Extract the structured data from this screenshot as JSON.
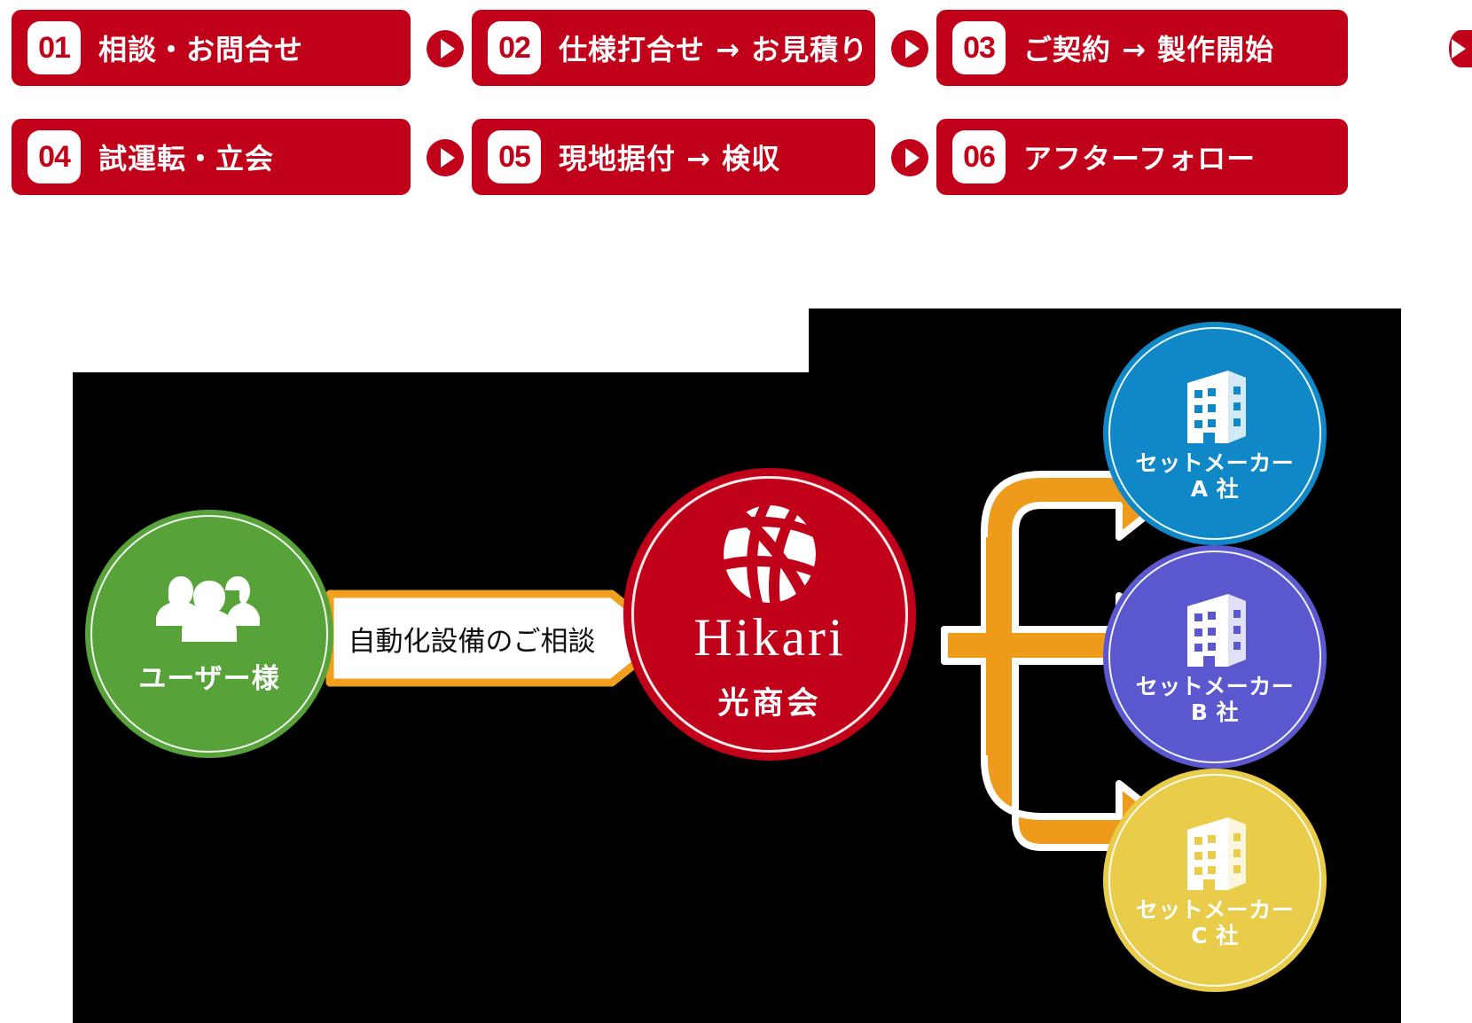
{
  "steps": {
    "items": [
      {
        "num": "01",
        "label": "相談・お問合せ"
      },
      {
        "num": "02",
        "label": "仕様打合せ → お見積り"
      },
      {
        "num": "03",
        "label": "ご契約 → 製作開始"
      },
      {
        "num": "04",
        "label": "試運転・立会"
      },
      {
        "num": "05",
        "label": "現地据付 → 検収"
      },
      {
        "num": "06",
        "label": "アフターフォロー"
      }
    ],
    "arrow_icon": "play-triangle-icon",
    "box_color": "#c10019",
    "number_badge_color": "#ffffff"
  },
  "diagram": {
    "user_node": {
      "label": "ユーザー様",
      "icon": "users-group-icon",
      "color": "#57a33a"
    },
    "flow_message": {
      "text": "自動化設備のご相談",
      "border_color": "#f0a01e",
      "fill_color": "#ffffff"
    },
    "center_node": {
      "wordmark": "Hikari",
      "name_jp": "光商会",
      "icon": "hikari-globe-logo-icon",
      "color": "#c10019"
    },
    "branch_arrows": {
      "icon": "branching-arrow-icon",
      "color": "#ee9b1b",
      "count": 3
    },
    "maker_nodes": [
      {
        "label_line1": "セットメーカー",
        "label_line2": "A 社",
        "icon": "building-icon",
        "color": "#1088c8"
      },
      {
        "label_line1": "セットメーカー",
        "label_line2": "B 社",
        "icon": "building-icon",
        "color": "#5a57cf"
      },
      {
        "label_line1": "セットメーカー",
        "label_line2": "C 社",
        "icon": "building-icon",
        "color": "#e8cc4a"
      }
    ],
    "background_color": "#000000"
  }
}
